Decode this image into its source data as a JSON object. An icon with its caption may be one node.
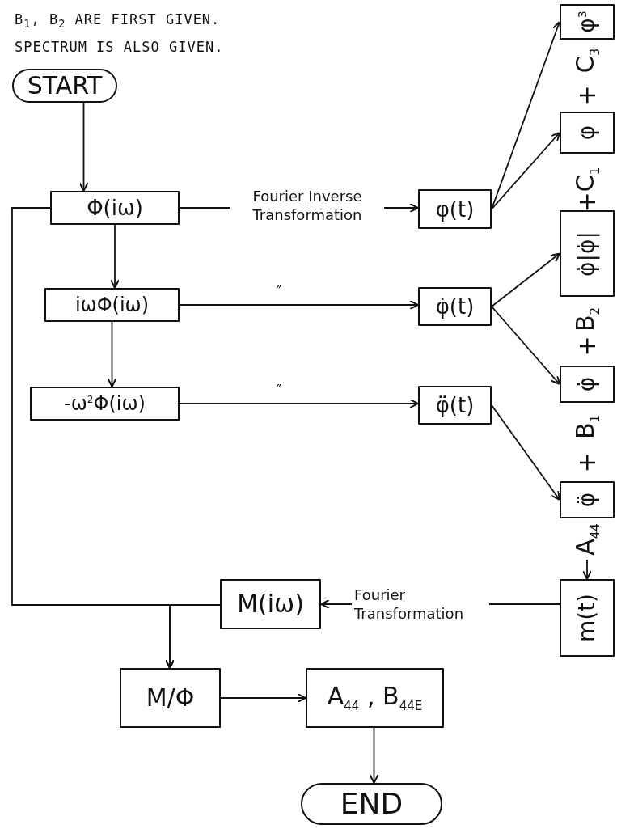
{
  "diagram": {
    "nodes": [
      {
        "text": [
          "START"
        ]
      },
      {
        "text": [
          "Φ(iω)"
        ]
      },
      {
        "text": [
          "φ(t)"
        ]
      },
      {
        "text": [
          "iωΦ(iω)"
        ]
      },
      {
        "text": [
          "φ̇(t)"
        ]
      },
      {
        "text": [
          "-ω$^{2}$Φ(iω)"
        ]
      },
      {
        "text": [
          "φ̈(t)"
        ]
      },
      {
        "text": [
          "φ$^{3}$"
        ]
      },
      {
        "text": [
          "φ"
        ]
      },
      {
        "text": [
          "φ̇|φ̇|"
        ]
      },
      {
        "text": [
          "φ̇"
        ]
      },
      {
        "text": [
          "φ̈"
        ]
      },
      {
        "text": [
          "m(t)"
        ]
      },
      {
        "text": [
          "M(iω)"
        ]
      },
      {
        "text": [
          "M/Φ"
        ]
      },
      {
        "text": [
          "A$_{44}$ , B$_{44E}$"
        ]
      },
      {
        "text": [
          "END"
        ]
      },
      {
        "text": [
          "A$_{44}$"
        ]
      }
    ],
    "edges": [
      {
        "from": 0,
        "to": 1,
        "arrow": "to"
      },
      {
        "from": 1,
        "to": 2,
        "arrow": "to",
        "label": "Fourier Inverse Transformation"
      },
      {
        "from": 1,
        "to": 3,
        "arrow": "to"
      },
      {
        "from": 3,
        "to": 4,
        "arrow": "to",
        "label": "″"
      },
      {
        "from": 3,
        "to": 5,
        "arrow": "to"
      },
      {
        "from": 5,
        "to": 6,
        "arrow": "to",
        "label": "″"
      },
      {
        "from": 2,
        "to": 7,
        "arrow": "to"
      },
      {
        "from": 2,
        "to": 8,
        "arrow": "to"
      },
      {
        "from": 4,
        "to": 9,
        "arrow": "to"
      },
      {
        "from": 4,
        "to": 10,
        "arrow": "to"
      },
      {
        "from": 6,
        "to": 11,
        "arrow": "to"
      },
      {
        "from": 17,
        "to": 12,
        "arrow": "to"
      },
      {
        "from": 12,
        "to": 13,
        "arrow": "to",
        "label": "Fourier Transformation"
      },
      {
        "from": 1,
        "to": 14,
        "arrow": "to"
      },
      {
        "from": 13,
        "to": 14,
        "arrow": "to"
      },
      {
        "from": 14,
        "to": 15,
        "arrow": "to"
      },
      {
        "from": 15,
        "to": 16,
        "arrow": "to"
      }
    ],
    "labels": [
      "B$_{1}$, B$_{2}$ ARE FIRST GIVEN.",
      "SPECTRUM IS ALSO GIVEN.",
      "C$_{3}$",
      "+",
      "C$_{1}$",
      "+",
      "B$_{2}$",
      "+",
      "B$_{1}$",
      "+"
    ]
  }
}
